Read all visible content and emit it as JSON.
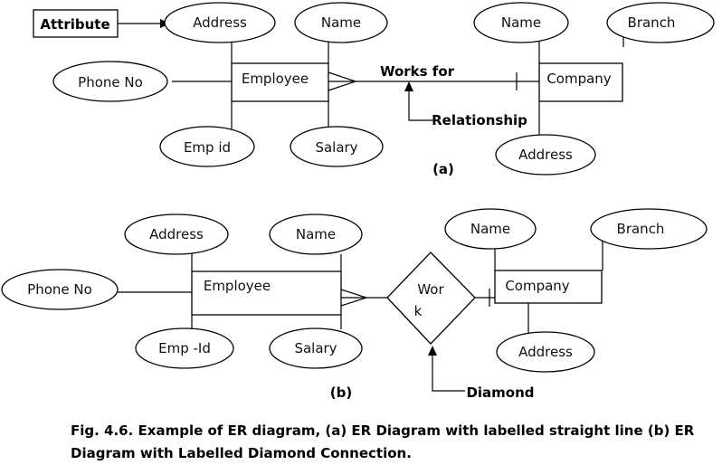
{
  "diagram_a": {
    "callout_attribute": "Attribute",
    "callout_relationship": "Relationship",
    "entity_employee": "Employee",
    "entity_company": "Company",
    "relationship": "Works for",
    "attr_address": "Address",
    "attr_name": "Name",
    "attr_phone": "Phone No",
    "attr_empid": "Emp id",
    "attr_salary": "Salary",
    "attr_company_name": "Name",
    "attr_branch": "Branch",
    "attr_company_address": "Address",
    "label": "(a)"
  },
  "diagram_b": {
    "entity_employee": "Employee",
    "entity_company": "Company",
    "relationship_line1": "Wor",
    "relationship_line2": "k",
    "callout_diamond": "Diamond",
    "attr_address": "Address",
    "attr_name": "Name",
    "attr_phone": "Phone No",
    "attr_empid": "Emp -Id",
    "attr_salary": "Salary",
    "attr_company_name": "Name",
    "attr_branch": "Branch",
    "attr_company_address": "Address",
    "label": "(b)"
  },
  "caption": "Fig. 4.6. Example of ER diagram, (a)  ER Diagram  with labelled straight  line  (b)  ER Diagram  with Labelled  Diamond Connection."
}
